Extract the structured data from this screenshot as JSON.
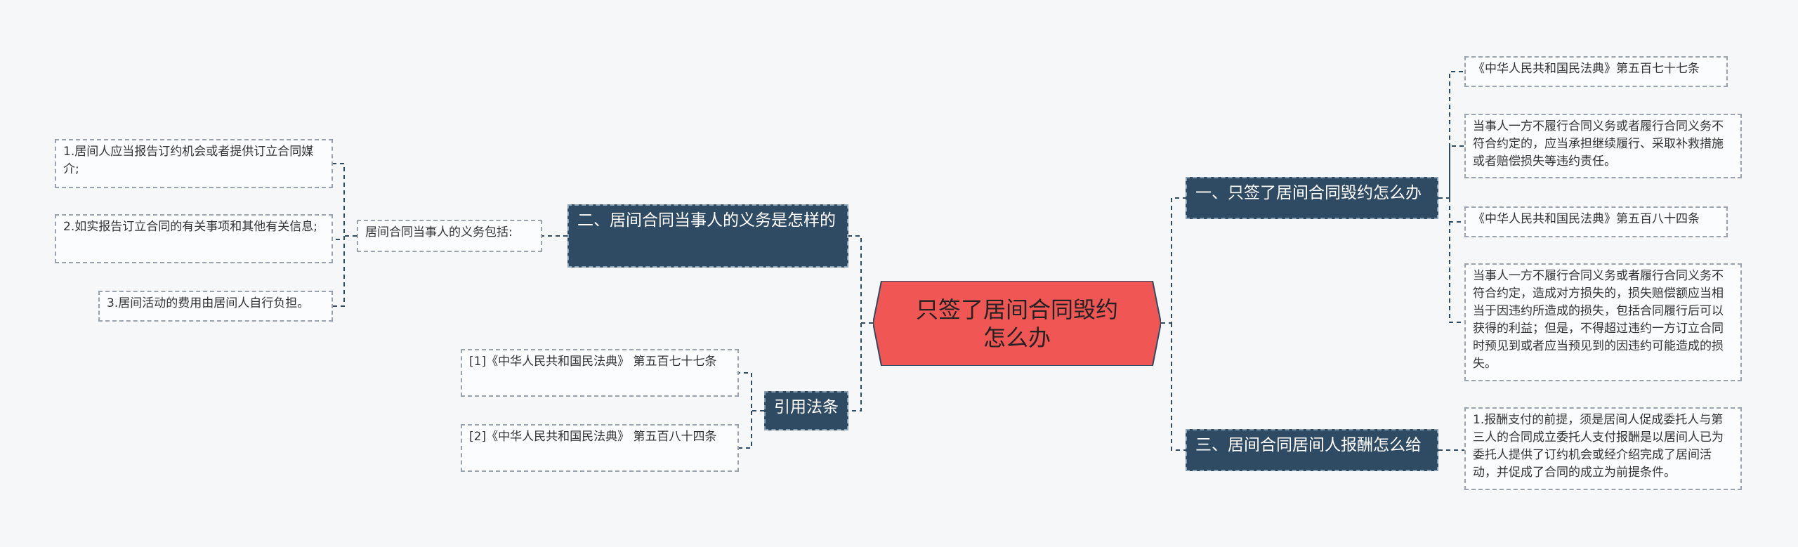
{
  "colors": {
    "root_fill": "#ef5654",
    "topic_fill": "#2f4a63",
    "line": "#2f4a63",
    "leaf_border": "#9aa3ad",
    "background": "#f5f7f9"
  },
  "root": {
    "label": "只签了居间合同毁约怎么办"
  },
  "topics": {
    "q1": {
      "label": "一、只签了居间合同毁约怎么办",
      "leaves": [
        "《中华人民共和国民法典》第五百七十七条",
        "当事人一方不履行合同义务或者履行合同义务不符合约定的，应当承担继续履行、采取补救措施或者赔偿损失等违约责任。",
        "《中华人民共和国民法典》第五百八十四条",
        "当事人一方不履行合同义务或者履行合同义务不符合约定，造成对方损失的，损失赔偿额应当相当于因违约所造成的损失，包括合同履行后可以获得的利益；但是，不得超过违约一方订立合同时预见到或者应当预见到的因违约可能造成的损失。"
      ]
    },
    "q3": {
      "label": "三、居间合同居间人报酬怎么给",
      "leaves": [
        "1.报酬支付的前提，须是居间人促成委托人与第三人的合同成立委托人支付报酬是以居间人已为委托人提供了订约机会或经介绍完成了居间活动，并促成了合同的成立为前提条件。"
      ]
    },
    "q2": {
      "label": "二、居间合同当事人的义务是怎样的",
      "sub": "居间合同当事人的义务包括:",
      "leaves": [
        "1.居间人应当报告订约机会或者提供订立合同媒介;",
        "2.如实报告订立合同的有关事项和其他有关信息;",
        "3.居间活动的费用由居间人自行负担。"
      ]
    },
    "refs": {
      "label": "引用法条",
      "leaves": [
        "[1]《中华人民共和国民法典》 第五百七十七条",
        "[2]《中华人民共和国民法典》 第五百八十四条"
      ]
    }
  }
}
